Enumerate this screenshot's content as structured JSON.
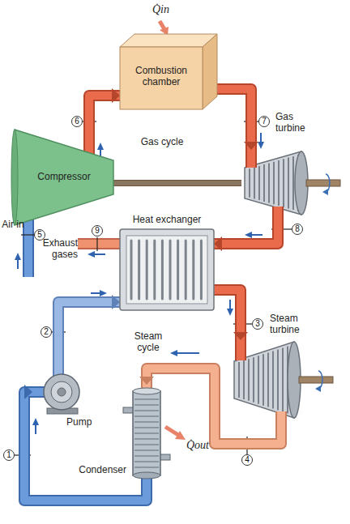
{
  "diagram": {
    "nodes": [
      {
        "text": [
          "Combustion chamber"
        ]
      },
      {
        "text": [
          "Compressor"
        ]
      },
      {
        "text": [
          "Gas turbine"
        ]
      },
      {
        "text": [
          "Heat exchanger"
        ]
      },
      {
        "text": [
          "Steam turbine"
        ]
      },
      {
        "text": [
          "Pump"
        ]
      },
      {
        "text": [
          "Condenser"
        ]
      }
    ],
    "edges": [
      {
        "from": 1,
        "to": 0,
        "arrow": "to"
      },
      {
        "from": 0,
        "to": 2,
        "arrow": "to"
      },
      {
        "from": 1,
        "to": 2,
        "arrow": "none"
      },
      {
        "from": 2,
        "to": 3,
        "arrow": "to"
      },
      {
        "from": 3,
        "to": 4,
        "arrow": "to"
      },
      {
        "from": 4,
        "to": 6,
        "arrow": "to"
      },
      {
        "from": 6,
        "to": 5,
        "arrow": "to"
      },
      {
        "from": 5,
        "to": 3,
        "arrow": "to"
      }
    ],
    "labels": [
      "Q̇in",
      "6",
      "Gas cycle",
      "7",
      "Air in",
      "5",
      "9",
      "8",
      "Exhaust gases",
      "2",
      "3",
      "Steam cycle",
      "Q̇out",
      "4",
      "1"
    ]
  }
}
